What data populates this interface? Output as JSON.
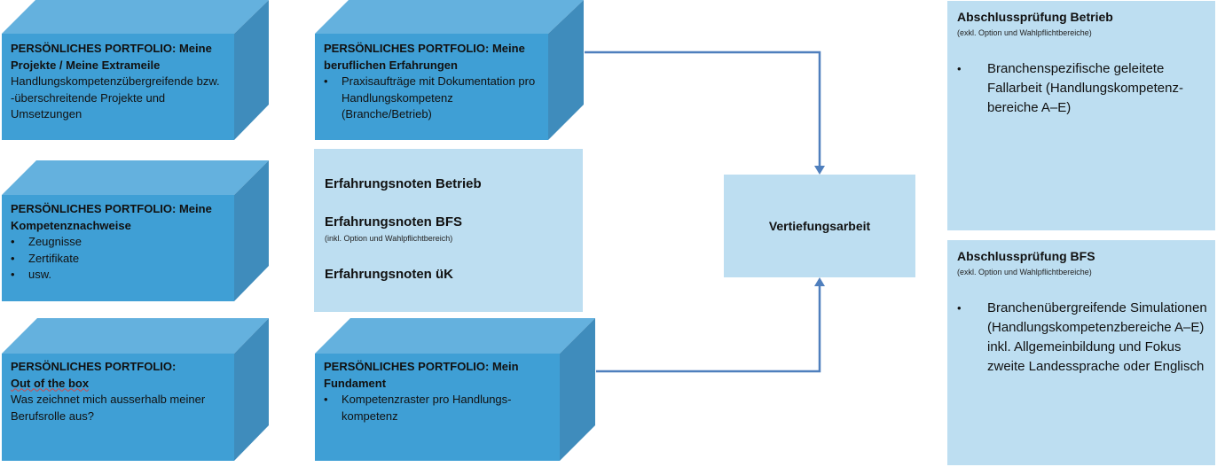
{
  "colors": {
    "cube_front": "#3F9FD5",
    "cube_top": "#64B1DE",
    "cube_side": "#3F8CBC",
    "pane": "#BDDEF1",
    "connector": "#4F7FBD"
  },
  "cubes": {
    "projects": {
      "title": "PERSÖNLICHES PORTFOLIO: Meine Projekte / Meine Extrameile",
      "body": "Handlungskompetenzübergreifende bzw. -überschreitende Projekte und Umsetzungen"
    },
    "competence": {
      "title": "PERSÖNLICHES PORTFOLIO: Meine Kompetenznachweise",
      "bullets": [
        "Zeugnisse",
        "Zertifikate",
        "usw."
      ]
    },
    "outofbox": {
      "title_line1": "PERSÖNLICHES PORTFOLIO:",
      "title_line2": "Out of the box",
      "body": "Was zeichnet mich ausserhalb meiner Berufsrolle aus?"
    },
    "experience": {
      "title": "PERSÖNLICHES PORTFOLIO: Meine beruflichen Erfahrungen",
      "bullets": [
        "Praxisaufträge mit Dokumentation pro Handlungskompetenz (Branche/Betrieb)"
      ]
    },
    "foundation": {
      "title": "PERSÖNLICHES PORTFOLIO: Mein Fundament",
      "bullets": [
        "Kompetenzraster pro Handlungs-kompetenz"
      ]
    }
  },
  "grades": {
    "betrieb": "Erfahrungsnoten Betrieb",
    "bfs": "Erfahrungsnoten BFS",
    "bfs_note": "(inkl. Option und Wahlpflichtbereich)",
    "uek": "Erfahrungsnoten üK"
  },
  "vertiefung": {
    "label": "Vertiefungsarbeit"
  },
  "exams": {
    "betrieb": {
      "title": "Abschlussprüfung Betrieb",
      "note": "(exkl. Option und Wahlpflichtbereiche)",
      "bullets": [
        "Branchenspezifische geleitete Fallarbeit (Handlungskompetenz-bereiche A–E)"
      ]
    },
    "bfs": {
      "title": "Abschlussprüfung BFS",
      "note": "(exkl. Option und Wahlpflichtbereiche)",
      "bullets": [
        "Branchenübergreifende Simulationen (Handlungskompetenzbereiche A–E) inkl. Allgemeinbildung und Fokus zweite Landessprache oder Englisch"
      ]
    }
  }
}
